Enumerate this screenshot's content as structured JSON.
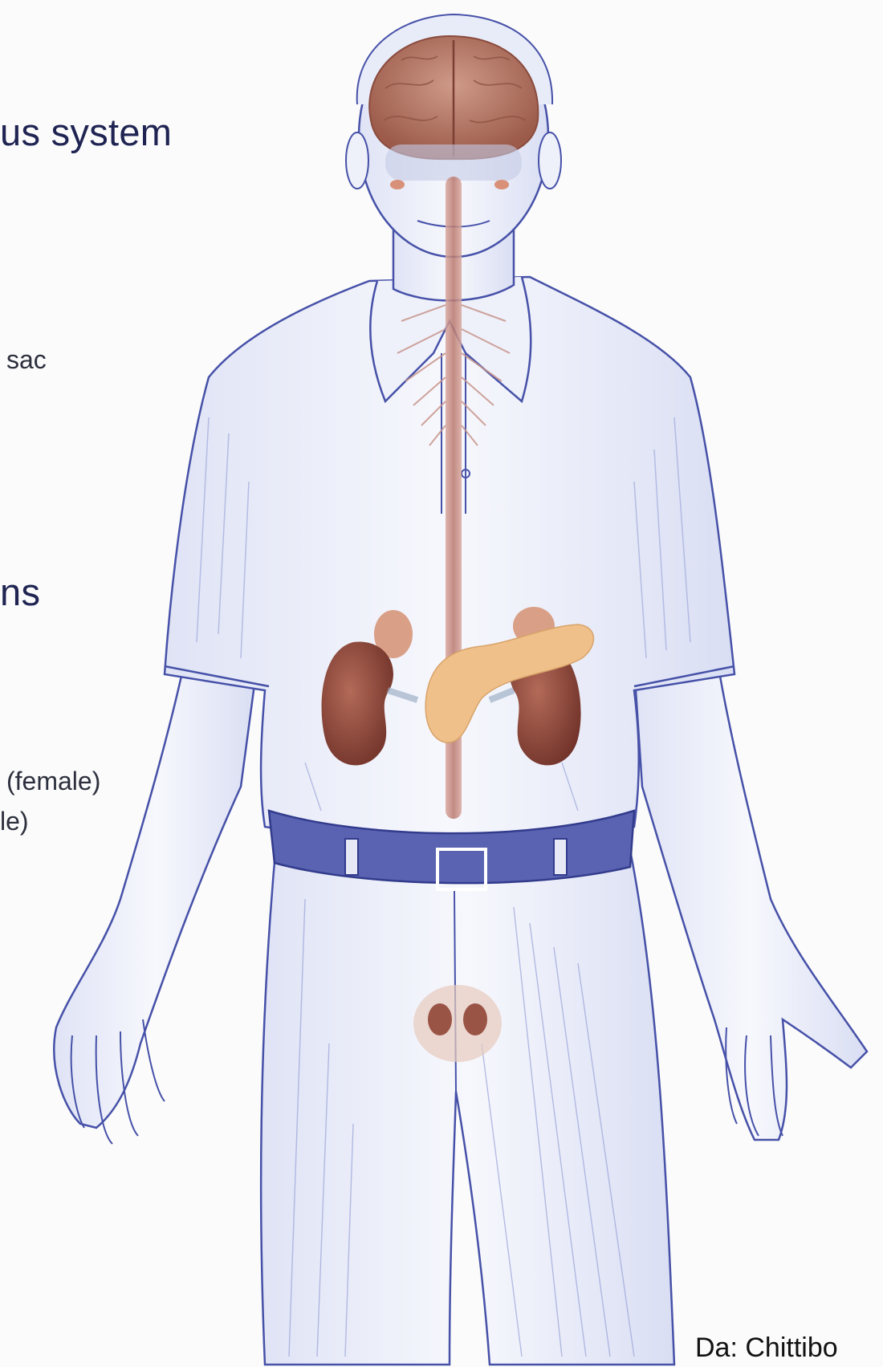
{
  "labels": {
    "nervous_system_heading": "us system",
    "sac_label": "sac",
    "organs_heading": "ns",
    "female_label": "(female)",
    "male_label": "le)"
  },
  "credit": "Da: Chittibo",
  "colors": {
    "line_art": "#4651a8",
    "shading": "#c7cdea",
    "brain": "#b77763",
    "spinal_cord": "#c48b80",
    "kidney": "#8e4a3e",
    "adrenal": "#d6967a",
    "pancreas": "#efc08a",
    "text": "#1f2452"
  }
}
